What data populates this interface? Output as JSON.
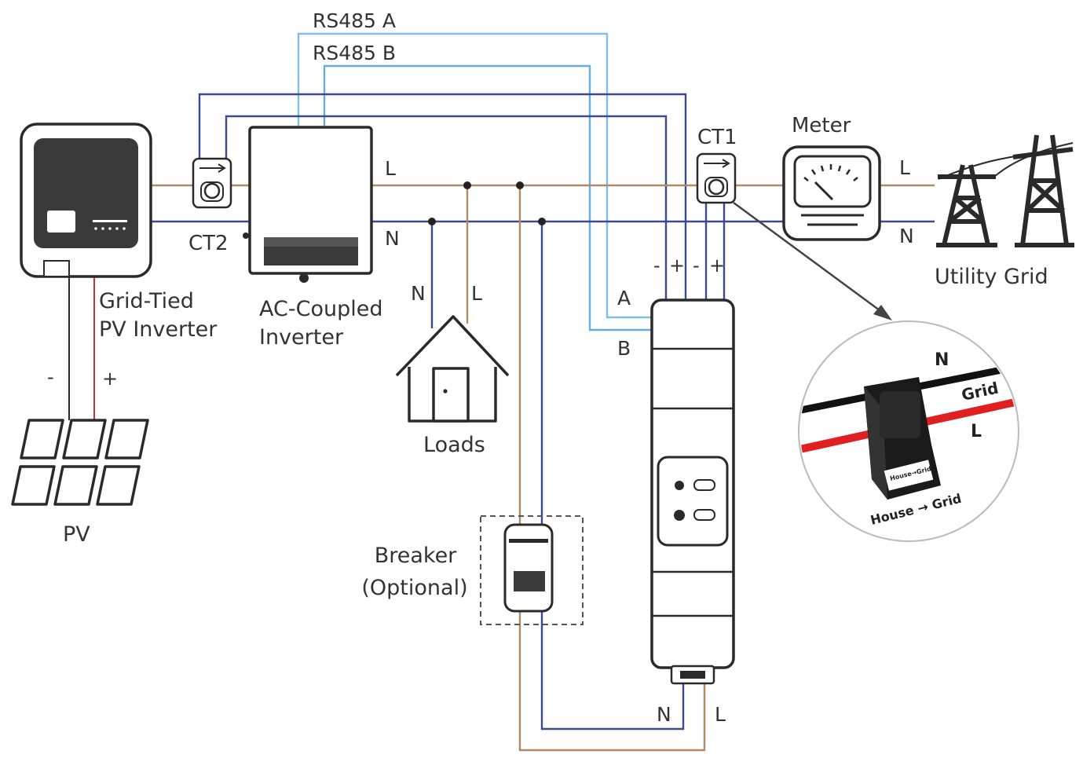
{
  "labels": {
    "rs485_a": "RS485 A",
    "rs485_b": "RS485 B",
    "ct1": "CT1",
    "ct2": "CT2",
    "meter": "Meter",
    "utility_grid": "Utility Grid",
    "grid_tied_line1": "Grid-Tied",
    "grid_tied_line2": "PV Inverter",
    "ac_coupled_line1": "AC-Coupled",
    "ac_coupled_line2": "Inverter",
    "loads": "Loads",
    "pv": "PV",
    "breaker_line1": "Breaker",
    "breaker_line2": "(Optional)",
    "line_l": "L",
    "line_n": "N",
    "wire_a": "A",
    "wire_b": "B",
    "minus": "-",
    "plus": "+"
  },
  "callout": {
    "n": "N",
    "grid": "Grid",
    "l": "L",
    "sticker": "House→Grid",
    "house_grid": "House → Grid"
  },
  "colors": {
    "live_wire": "#b08968",
    "neutral_wire": "#3b4a8c",
    "rs485_a_wire": "#7fbfe0",
    "rs485_b_wire": "#6aaad8",
    "pv_positive": "#cc3333",
    "device_outline": "#2a2a2a",
    "device_dark": "#3a3a3a"
  }
}
